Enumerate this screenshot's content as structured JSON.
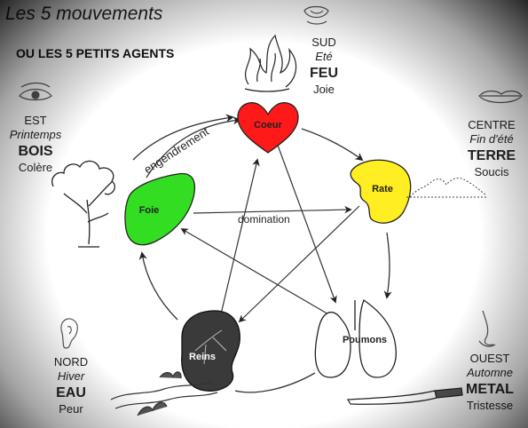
{
  "title": "Les 5 mouvements",
  "subtitle": "OU LES 5 PETITS AGENTS",
  "elements": [
    {
      "key": "sud",
      "direction": "SUD",
      "season": "Eté",
      "element": "FEU",
      "emotion": "Joie"
    },
    {
      "key": "est",
      "direction": "EST",
      "season": "Printemps",
      "element": "BOIS",
      "emotion": "Colère"
    },
    {
      "key": "centre",
      "direction": "CENTRE",
      "season": "Fin d'été",
      "element": "TERRE",
      "emotion": "Soucis"
    },
    {
      "key": "nord",
      "direction": "NORD",
      "season": "Hiver",
      "element": "EAU",
      "emotion": "Peur"
    },
    {
      "key": "ouest",
      "direction": "OUEST",
      "season": "Automne",
      "element": "METAL",
      "emotion": "Tristesse"
    }
  ],
  "organs": {
    "coeur": "Coeur",
    "rate": "Rate",
    "poumons": "Poumons",
    "reins": "Reins",
    "foie": "Foie"
  },
  "relations": {
    "engendrement": "engendrement",
    "domination": "domination"
  },
  "colors": {
    "coeur": "#ff1a1a",
    "rate": "#ffee22",
    "foie": "#33dd22",
    "reins": "#3a3a3a",
    "poumons": "#ffffff"
  },
  "icons": [
    "flame-icon",
    "tree-icon",
    "mountain-icon",
    "river-icon",
    "blade-icon",
    "mouth-icon",
    "eye-icon",
    "lips-icon",
    "ear-icon",
    "nose-icon"
  ]
}
